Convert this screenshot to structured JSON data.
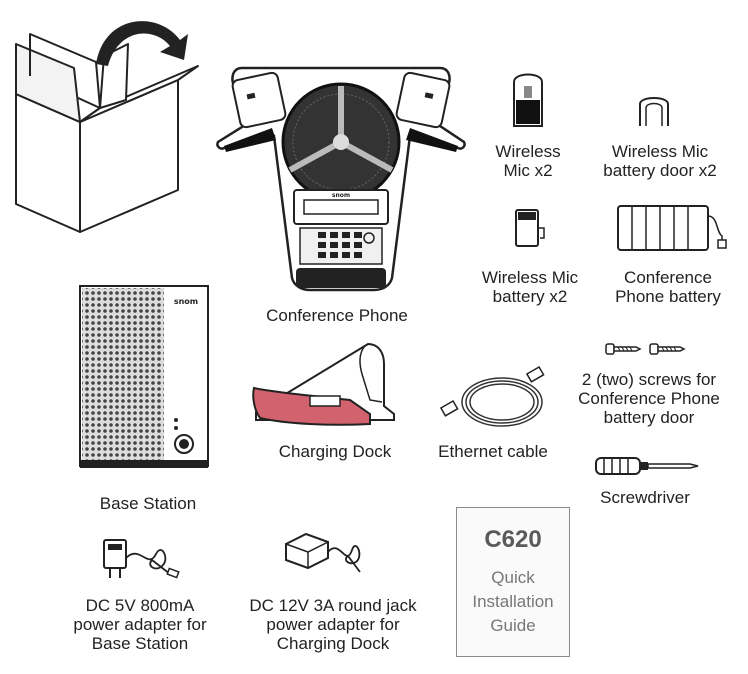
{
  "items": {
    "conference_phone": "Conference Phone",
    "wireless_mic": "Wireless\nMic x2",
    "mic_battery_door": "Wireless Mic\nbattery door x2",
    "mic_battery": "Wireless Mic\nbattery x2",
    "phone_battery": "Conference\nPhone battery",
    "base_station": "Base Station",
    "charging_dock": "Charging Dock",
    "ethernet_cable": "Ethernet cable",
    "screws": "2 (two) screws for\nConference Phone\nbattery door",
    "screwdriver": "Screwdriver",
    "adapter_5v": "DC 5V 800mA\npower adapter for\nBase Station",
    "adapter_12v": "DC 12V 3A round jack\npower adapter for\nCharging Dock"
  },
  "guide": {
    "code": "C620",
    "text": "Quick\nInstallation\nGuide"
  },
  "brand": {
    "logo": "snom"
  },
  "colors": {
    "outline": "#222222",
    "dock_accent": "#d2636e",
    "guide_border": "#8a8a8a"
  }
}
